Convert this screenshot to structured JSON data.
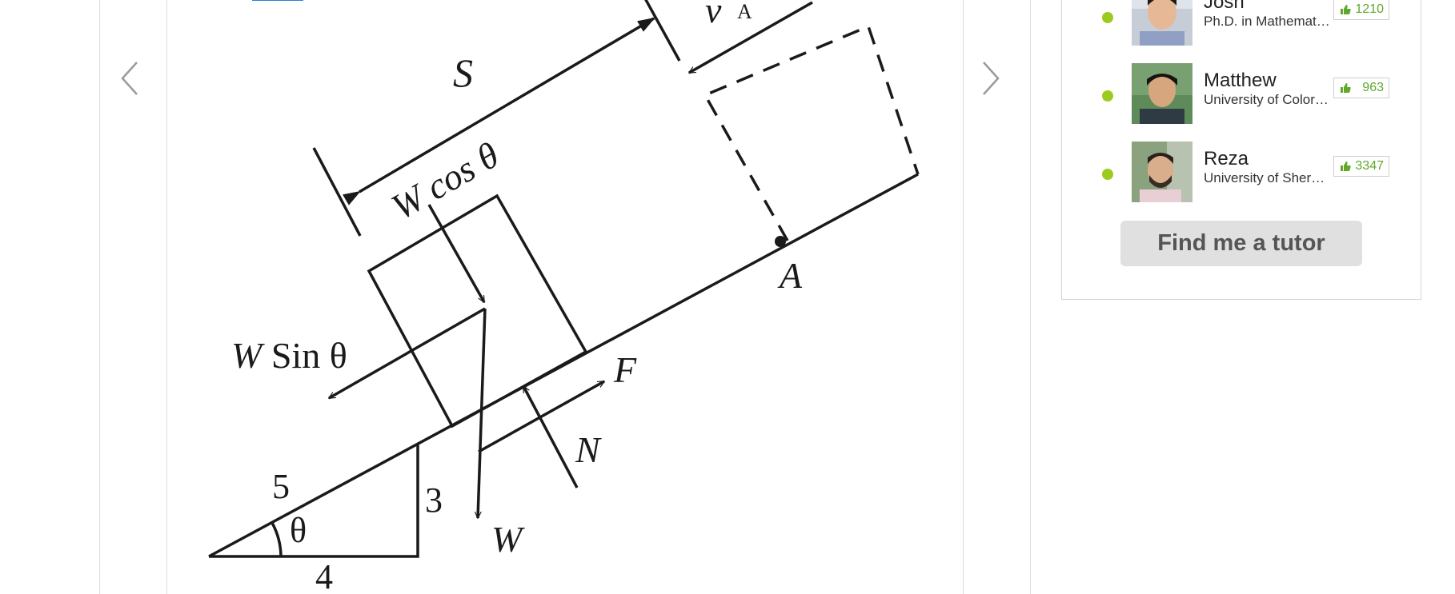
{
  "diagram": {
    "labels": {
      "s": "S",
      "va": "v",
      "va_sub": "A",
      "w_cos": "W cos θ",
      "w_sin_w": "W",
      "w_sin_rest": "Sin θ",
      "a": "A",
      "f": "F",
      "n": "N",
      "w": "W",
      "five": "5",
      "three": "3",
      "four": "4",
      "theta": "θ"
    }
  },
  "tutors": [
    {
      "name": "Josh",
      "school": "Ph.D. in Mathematics",
      "likes": "1210",
      "avatar": "avatar-josh"
    },
    {
      "name": "Matthew",
      "school": "University of Colorado",
      "likes": "963",
      "avatar": "avatar-matthew"
    },
    {
      "name": "Reza",
      "school": "University of Sherbrooke",
      "likes": "3347",
      "avatar": "avatar-reza"
    }
  ],
  "find_tutor_label": "Find me a tutor",
  "colors": {
    "online": "#9ccb1f",
    "likes": "#5fa82b",
    "accent": "#2b7fd6",
    "button_bg": "#e0e0e0"
  },
  "icons": {
    "prev": "chevron-left-icon",
    "next": "chevron-right-icon",
    "like": "thumbs-up-icon"
  }
}
